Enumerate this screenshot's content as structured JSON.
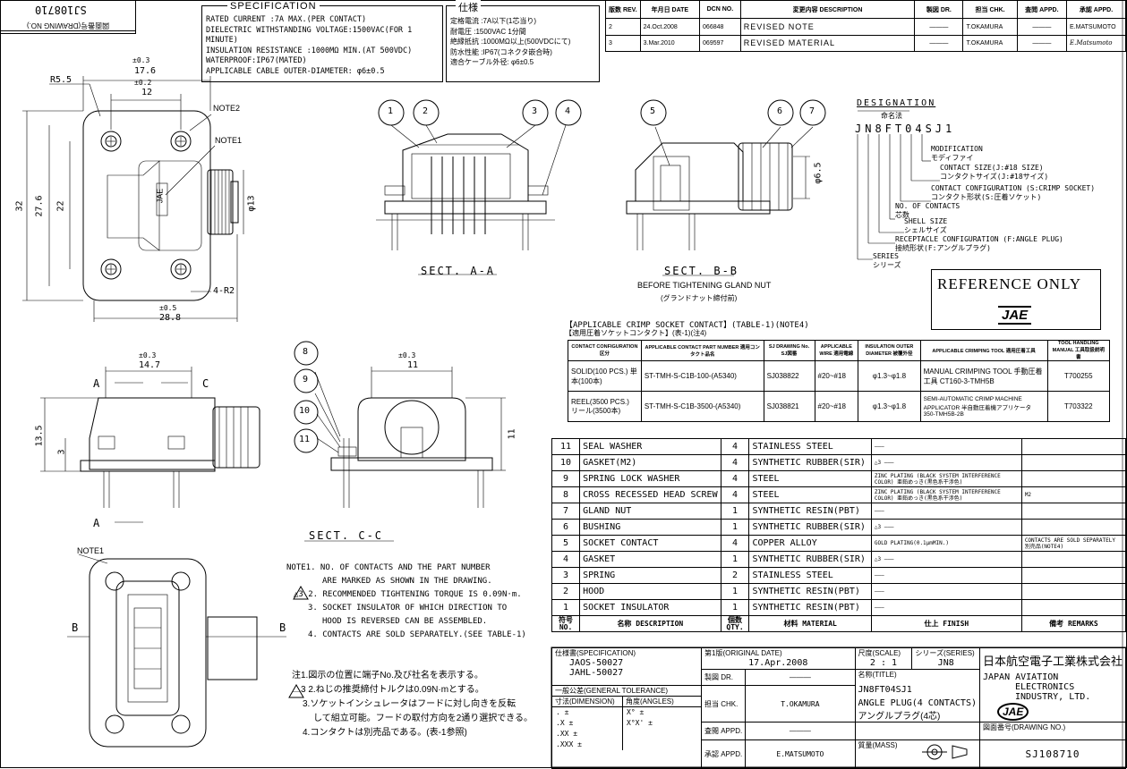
{
  "drawing_no_tab": {
    "number": "SJ108710",
    "label": "図面番号(DRAWING NO.)"
  },
  "specification": {
    "title": "SPECIFICATION",
    "lines": [
      "RATED CURRENT :7A MAX.(PER CONTACT)",
      "DIELECTRIC WITHSTANDING VOLTAGE:1500VAC(FOR 1 MINUTE)",
      "INSULATION RESISTANCE :1000MΩ MIN.(AT 500VDC)",
      "WATERPROOF:IP67(MATED)",
      "APPLICABLE CABLE OUTER-DIAMETER: φ6±0.5"
    ]
  },
  "spec_jp": {
    "title": "仕様",
    "lines": [
      "定格電流 :7A以下(1芯当り)",
      "耐電圧 :1500VAC 1分間",
      "絶縁抵抗 :1000MΩ以上(500VDCにて)",
      "防水性能 :IP67(コネクタ嵌合時)",
      "適合ケーブル外径: φ6±0.5"
    ]
  },
  "revisions": {
    "headers": [
      "版数 REV.",
      "年月日 DATE",
      "DCN NO.",
      "変更内容 DESCRIPTION",
      "製図 DR.",
      "担当 CHK.",
      "査閲 APPD.",
      "承認 APPD."
    ],
    "rows": [
      [
        "2",
        "24.Oct.2008",
        "066848",
        "REVISED NOTE",
        "———",
        "T.OKAMURA",
        "———",
        "E.MATSUMOTO"
      ],
      [
        "3",
        "3.Mar.2010",
        "069597",
        "REVISED MATERIAL",
        "———",
        "T.OKAMURA",
        "———",
        "E.Matsumoto"
      ]
    ]
  },
  "designation": {
    "title": "DESIGNATION",
    "title_jp": "命名法",
    "code": "JN8FT04SJ1",
    "items": [
      "MODIFICATION",
      "モディファイ",
      "CONTACT SIZE(J:#18 SIZE)",
      "コンタクトサイズ(J:#18サイズ)",
      "CONTACT CONFIGURATION (S:CRIMP SOCKET)",
      "コンタクト形状(S:圧着ソケット)",
      "NO. OF CONTACTS",
      "芯数",
      "SHELL SIZE",
      "シェルサイズ",
      "RECEPTACLE CONFIGURATION (F:ANGLE PLUG)",
      "接続形状(F:アングルプラグ)",
      "SERIES",
      "シリーズ"
    ]
  },
  "reference": {
    "text": "REFERENCE ONLY",
    "logo": "JAE"
  },
  "views": {
    "sect_aa": "SECT. A-A",
    "sect_bb": "SECT. B-B",
    "sect_bb_note": "BEFORE TIGHTENING GLAND NUT",
    "sect_bb_note_jp": "(グランドナット締付前)",
    "sect_cc": "SECT. C-C",
    "note1": "NOTE1",
    "note2": "NOTE2",
    "jae_mark": "JAE"
  },
  "dims": {
    "r55": "R5.5",
    "d176": "17.6",
    "d12": "12",
    "pm03": "±0.3",
    "pm02": "±0.2",
    "d32": "32",
    "d276": "27.6",
    "d22": "22",
    "d13": "φ13",
    "pm05": "±0.5",
    "r2": "4-R2",
    "d288": "28.8",
    "d65": "φ6.5",
    "d147": "14.7",
    "d135": "13.5",
    "d3": "3",
    "d11": "11",
    "a": "A",
    "b": "B",
    "c": "C"
  },
  "balloons": [
    "1",
    "2",
    "3",
    "4",
    "5",
    "6",
    "7",
    "8",
    "9",
    "10",
    "11"
  ],
  "applicable_table": {
    "title": "【APPLICABLE CRIMP SOCKET CONTACT】(TABLE-1)(NOTE4)",
    "title_jp": "【適用圧着ソケットコンタクト】(表-1)(注4)",
    "headers": [
      "CONTACT CONFIGURATION 区分",
      "APPLICABLE CONTACT PART NUMBER 適用コンタクト品名",
      "SJ DRAWING No. SJ図番",
      "APPLICABLE WIRE 適用電線",
      "INSULATION OUTER DIAMETER 被覆外径",
      "APPLICABLE CRIMPING TOOL 適用圧着工具",
      "TOOL HANDLING MANUAL 工具取扱説明書"
    ],
    "rows": [
      [
        "SOLID(100 PCS.) 単本(100本)",
        "ST-TMH-S-C1B-100-(A5340)",
        "SJ038822",
        "#20~#18",
        "φ1.3~φ1.8",
        "MANUAL CRIMPING TOOL 手動圧着工具 CT160-3-TMH5B",
        "T700255"
      ],
      [
        "REEL(3500 PCS.) リール(3500本)",
        "ST-TMH-S-C1B-3500-(A5340)",
        "SJ038821",
        "#20~#18",
        "φ1.3~φ1.8",
        "SEMI-AUTOMATIC CRIMP MACHINE APPLICATOR 半自動圧着機アプリケータ 350-TMH5B-2B",
        "T703322"
      ]
    ]
  },
  "bom": {
    "rows": [
      [
        "11",
        "SEAL WASHER",
        "4",
        "STAINLESS STEEL",
        "———",
        ""
      ],
      [
        "10",
        "GASKET(M2)",
        "4",
        "SYNTHETIC RUBBER(SIR)",
        "△3 ———",
        ""
      ],
      [
        "9",
        "SPRING LOCK WASHER",
        "4",
        "STEEL",
        "ZINC PLATING (BLACK SYSTEM INTERFERENCE COLOR) 亜鉛めっき(黒色系干渉色)",
        ""
      ],
      [
        "8",
        "CROSS RECESSED HEAD SCREW",
        "4",
        "STEEL",
        "ZINC PLATING (BLACK SYSTEM INTERFERENCE COLOR) 亜鉛めっき(黒色系干渉色)",
        "M2"
      ],
      [
        "7",
        "GLAND NUT",
        "1",
        "SYNTHETIC RESIN(PBT)",
        "———",
        ""
      ],
      [
        "6",
        "BUSHING",
        "1",
        "SYNTHETIC RUBBER(SIR)",
        "△3 ———",
        ""
      ],
      [
        "5",
        "SOCKET CONTACT",
        "4",
        "COPPER ALLOY",
        "GOLD PLATING(0.1μmMIN.)",
        "CONTACTS ARE SOLD SEPARATELY 別売品(NOTE4)"
      ],
      [
        "4",
        "GASKET",
        "1",
        "SYNTHETIC RUBBER(SIR)",
        "△3 ———",
        ""
      ],
      [
        "3",
        "SPRING",
        "2",
        "STAINLESS STEEL",
        "———",
        ""
      ],
      [
        "2",
        "HOOD",
        "1",
        "SYNTHETIC RESIN(PBT)",
        "———",
        ""
      ],
      [
        "1",
        "SOCKET INSULATOR",
        "1",
        "SYNTHETIC RESIN(PBT)",
        "———",
        ""
      ]
    ],
    "headers": [
      "符号 NO.",
      "名称 DESCRIPTION",
      "個数 QTY.",
      "材料 MATERIAL",
      "仕上 FINISH",
      "備考 REMARKS"
    ]
  },
  "notes": {
    "en": [
      "NOTE1. NO. OF CONTACTS AND THE PART NUMBER",
      "ARE MARKED AS SHOWN IN THE DRAWING.",
      "△3 2. RECOMMENDED TIGHTENING TORQUE IS 0.09N·m.",
      "3. SOCKET INSULATOR OF WHICH DIRECTION TO",
      "HOOD IS REVERSED CAN BE ASSEMBLED.",
      "4. CONTACTS ARE SOLD SEPARATELY.(SEE TABLE-1)"
    ],
    "jp": [
      "注1.図示の位置に端子No.及び社名を表示する。",
      "△3 2.ねじの推奨締付トルクは0.09N·mとする。",
      "3.ソケットインシュレータはフードに対し向きを反転",
      "して組立可能。フードの取付方向を2通り選択できる。",
      "4.コンタクトは別売品である。(表-1参照)"
    ]
  },
  "title_block": {
    "spec_label": "仕様書(SPECIFICATION)",
    "spec_values": [
      "JAOS-50027",
      "JAHL-50027"
    ],
    "orig_date_label": "第1版(ORIGINAL DATE)",
    "orig_date": "17.Apr.2008",
    "scale_label": "尺度(SCALE)",
    "scale": "2 : 1",
    "series_label": "シリーズ(SERIES)",
    "series": "JN8",
    "company_jp": "日本航空電子工業株式会社",
    "company_en": [
      "JAPAN AVIATION",
      "ELECTRONICS",
      "INDUSTRY, LTD."
    ],
    "tol_label": "一般公差(GENERAL TOLERANCE)",
    "tol_dim": "寸法(DIMENSION)",
    "tol_ang": "角度(ANGLES)",
    "tol_rows": [
      ".  ±",
      ".X  ±",
      ".XX  ±",
      ".XXX ±"
    ],
    "ang_rows": [
      "X°  ±",
      "X°X' ±"
    ],
    "dr_label": "製図 DR.",
    "chk_label": "担当 CHK.",
    "appd_label": "査閲 APPD.",
    "appd2_label": "承認 APPD.",
    "dr": "———",
    "chk": "T.OKAMURA",
    "appd": "———",
    "appd2": "E.MATSUMOTO",
    "title_label": "名称(TITLE)",
    "title_code": "JN8FT04SJ1",
    "title_desc": "ANGLE PLUG(4 CONTACTS)",
    "title_jp": "アングルプラグ(4芯)",
    "mass_label": "質量(MASS)",
    "dwg_label": "図面番号(DRAWING NO.)",
    "dwg_no": "SJ108710",
    "logo": "JAE"
  }
}
